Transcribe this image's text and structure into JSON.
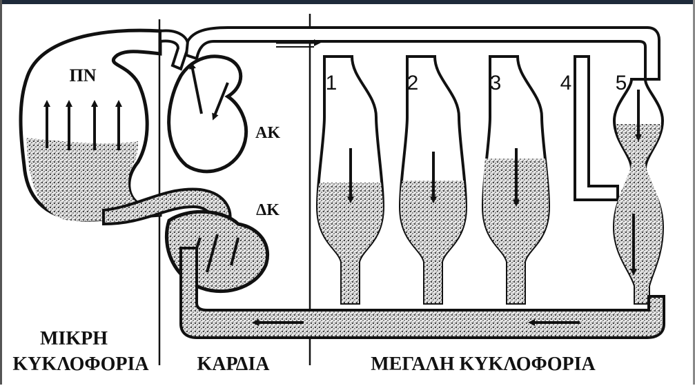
{
  "labels": {
    "lungs": "ΠΝ",
    "left_heart": "ΑΚ",
    "right_heart": "ΔΚ",
    "section_left_line1": "ΜΙΚΡΗ",
    "section_left_line2": "ΚΥΚΛΟΦΟΡΙΑ",
    "section_middle": "ΚΑΡΔΙΑ",
    "section_right": "ΜΕΓΑΛΗ ΚΥΚΛΟΦΟΡΙΑ"
  },
  "vessel_numbers": [
    "1",
    "2",
    "3",
    "4",
    "5"
  ],
  "colors": {
    "ink": "#111111",
    "paper": "#ffffff",
    "frame": "#1e2a3a"
  }
}
